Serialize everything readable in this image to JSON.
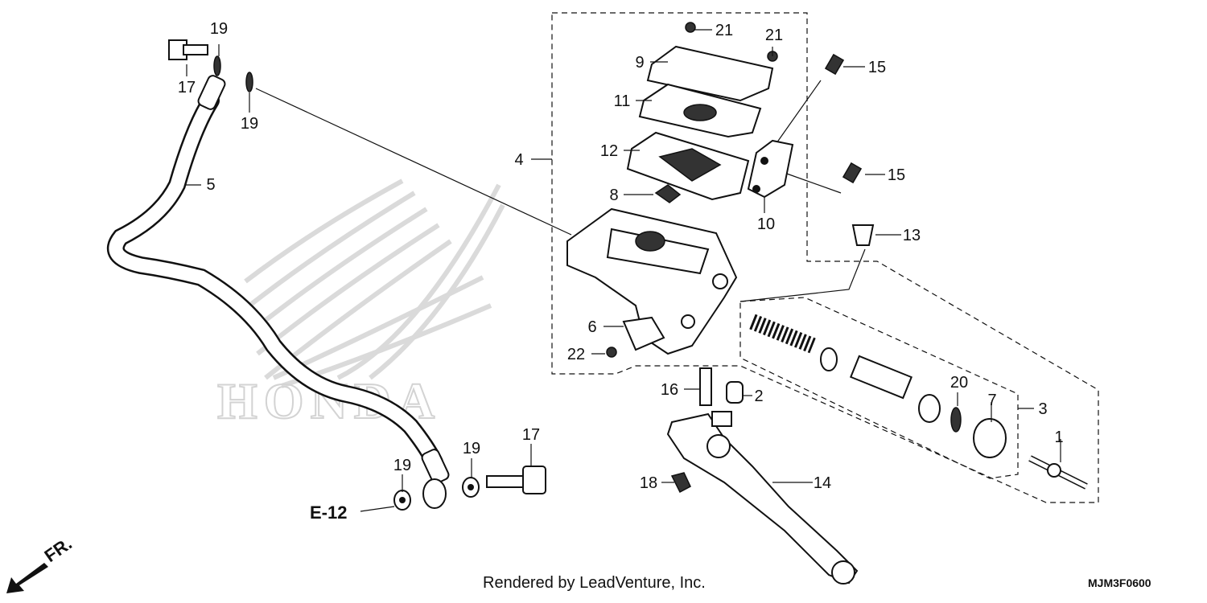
{
  "diagram": {
    "watermark": "HONDA",
    "footer": "Rendered by LeadVenture, Inc.",
    "diagram_code": "MJM3F0600",
    "reference": "E-12",
    "direction": "FR.",
    "callouts": [
      "1",
      "2",
      "3",
      "4",
      "5",
      "6",
      "7",
      "8",
      "9",
      "10",
      "11",
      "12",
      "13",
      "14",
      "15",
      "15",
      "16",
      "17",
      "17",
      "18",
      "19",
      "19",
      "19",
      "19",
      "20",
      "21",
      "21",
      "22"
    ]
  }
}
